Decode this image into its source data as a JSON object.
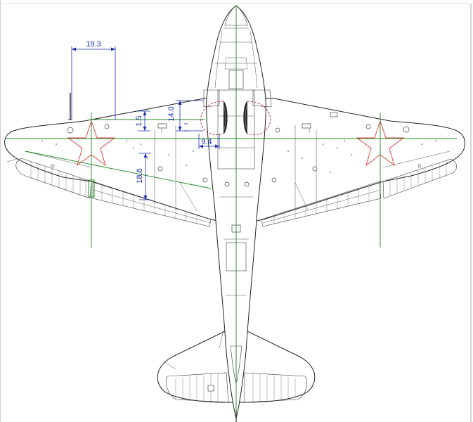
{
  "drawing": {
    "dimensions": [
      {
        "label": "19.3"
      },
      {
        "label": "1.5"
      },
      {
        "label": "14.0"
      },
      {
        "label": "9.4"
      },
      {
        "label": "18.6"
      }
    ]
  },
  "colors": {
    "background": "#ffffff",
    "outline": "#2b2b2b",
    "dimension": "#1a2db3",
    "guide_line": "#1f8a1f",
    "star_outline": "#e04848",
    "frame": "#cfcfcf"
  }
}
